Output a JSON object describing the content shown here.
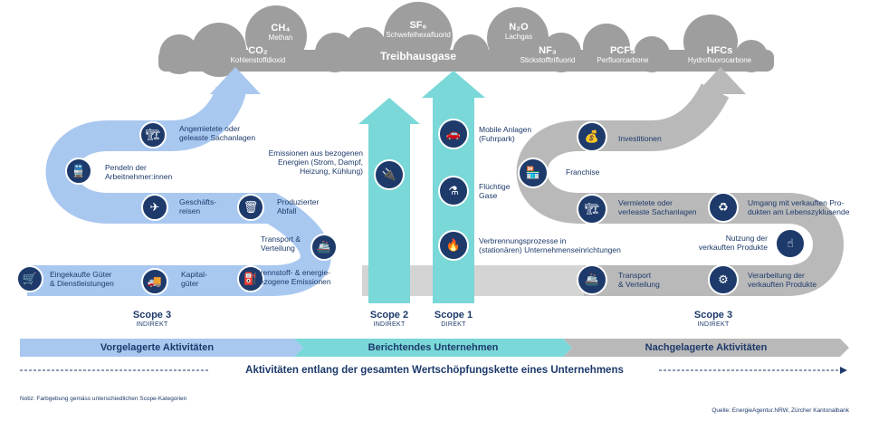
{
  "clouds": {
    "title": "Treibhausgase",
    "gases": [
      {
        "formula": "CH₄",
        "name": "Methan"
      },
      {
        "formula": "CO₂",
        "name": "Kohlenstoffdioxid"
      },
      {
        "formula": "SF₆",
        "name": "Schwefelhexafluorid"
      },
      {
        "formula": "N₂O",
        "name": "Lachgas"
      },
      {
        "formula": "NF₃",
        "name": "Stickstofftrifluorid"
      },
      {
        "formula": "PCFs",
        "name": "Perfluorcarbone"
      },
      {
        "formula": "HFCs",
        "name": "Hydrofluorocarbone"
      }
    ]
  },
  "scope3_upstream": {
    "items": [
      {
        "label": "Eingekaufte Güter\n& Dienstleistungen",
        "icon": "shopping-cart-icon"
      },
      {
        "label": "Kapital-\ngüter",
        "icon": "truck-icon"
      },
      {
        "label": "Brennstoff- & energie-\nbezogene Emissionen",
        "icon": "fuel-canister-icon"
      },
      {
        "label": "Transport &\nVerteilung",
        "icon": "ship-icon"
      },
      {
        "label": "Produzierter\nAbfall",
        "icon": "trash-bin-icon"
      },
      {
        "label": "Geschäfts-\nreisen",
        "icon": "airplane-icon"
      },
      {
        "label": "Pendeln der\nArbeitnehmer:innen",
        "icon": "train-icon"
      },
      {
        "label": "Angemietete oder\ngeleaste Sachanlagen",
        "icon": "crane-icon"
      }
    ],
    "scope_title": "Scope 3",
    "scope_sub": "INDIREKT"
  },
  "scope2": {
    "label": "Emissionen aus bezogenen\nEnergien (Strom, Dampf,\nHeizung, Kühlung)",
    "icon": "electric-plug-icon",
    "scope_title": "Scope 2",
    "scope_sub": "INDIREKT"
  },
  "scope1": {
    "items": [
      {
        "label": "Mobile Anlagen\n(Fuhrpark)",
        "icon": "car-icon"
      },
      {
        "label": "Flüchtige\nGase",
        "icon": "gas-bottle-icon"
      },
      {
        "label": "Verbrennungsprozesse in\n(stationären) Unternehmenseinrichtungen",
        "icon": "fire-factory-icon"
      }
    ],
    "scope_title": "Scope 1",
    "scope_sub": "DIREKT"
  },
  "scope3_downstream": {
    "items": [
      {
        "label": "Investitionen",
        "icon": "money-bag-icon"
      },
      {
        "label": "Franchise",
        "icon": "shop-icon"
      },
      {
        "label": "Vermietete oder\nverleaste Sachanlagen",
        "icon": "crane-icon"
      },
      {
        "label": "Umgang mit verkauften Pro-\ndukten am Lebenszyklusende",
        "icon": "recycle-icon"
      },
      {
        "label": "Nutzung der\nverkauften Produkte",
        "icon": "hand-pointer-icon"
      },
      {
        "label": "Verarbeitung der\nverkauften Produkte",
        "icon": "gears-icon"
      },
      {
        "label": "Transport\n& Verteilung",
        "icon": "ship-icon"
      }
    ],
    "scope_title": "Scope 3",
    "scope_sub": "INDIREKT"
  },
  "bands": {
    "upstream": "Vorgelagerte Aktivitäten",
    "reporting": "Berichtendes Unternehmen",
    "downstream": "Nachgelagerte Aktivitäten"
  },
  "value_chain": "Aktivitäten entlang der gesamten Wertschöpfungskette eines Unternehmens",
  "note": "Notiz: Farbgebung gemäss unterschiedlichen Scope-Kategorien",
  "source": "Quelle: EnergieAgentur.NRW, Zürcher Kantonalbank",
  "colors": {
    "scope3_up": "#a9c8f0",
    "scope12": "#7ad8d8",
    "scope3_down": "#b9b9b9",
    "dark_blue": "#1d3a6b",
    "cloud": "#9a9a9a"
  }
}
